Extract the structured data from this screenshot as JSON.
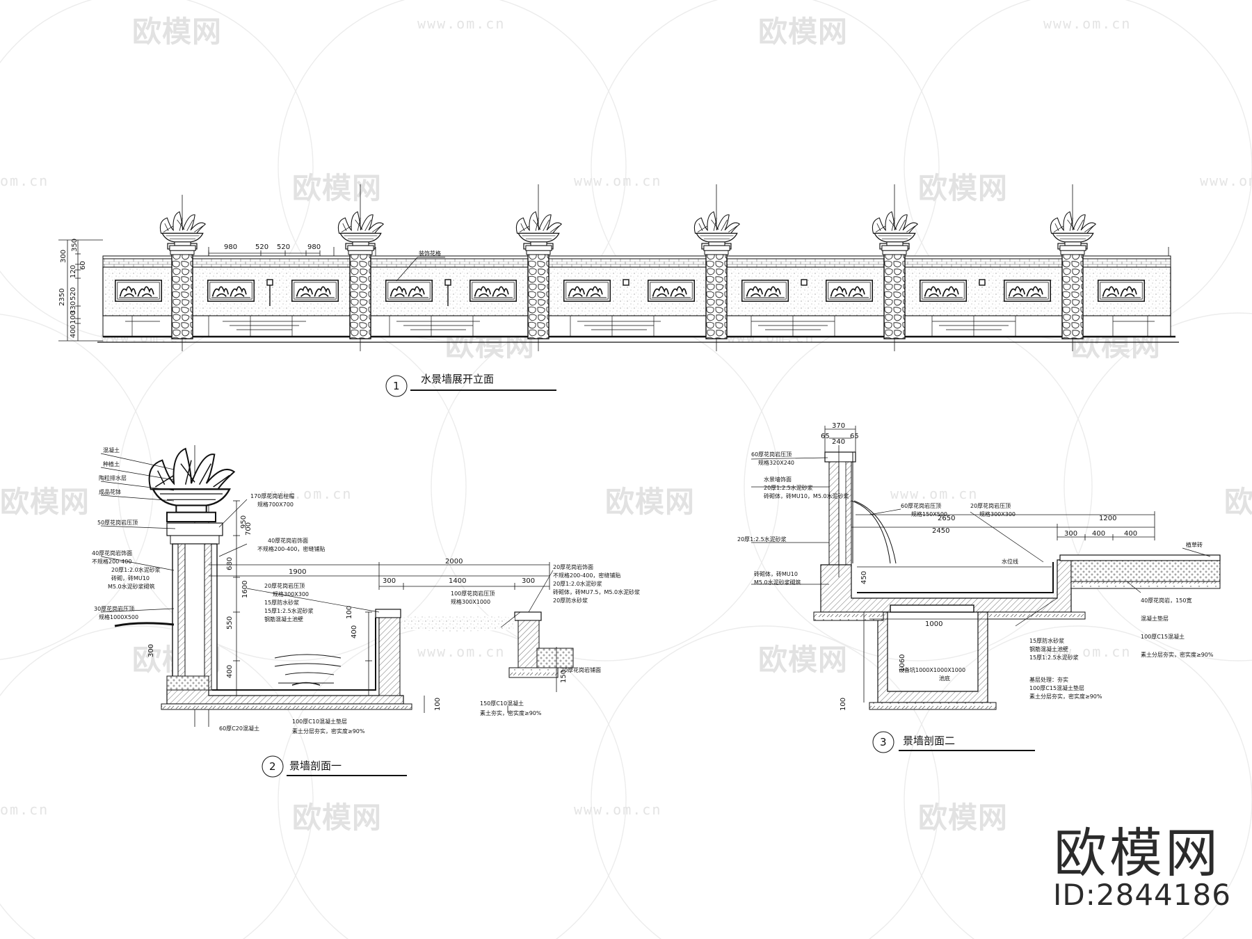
{
  "watermark": {
    "brand": "欧模网",
    "site": "www.om.cn",
    "site_short": "om.cn"
  },
  "brand": {
    "name": "欧模网",
    "id": "ID:2844186"
  },
  "drawing_1": {
    "number": "1",
    "title": "水景墙展开立面",
    "label_pattern": "装饰花格",
    "dims_top": [
      "980",
      "520",
      "520",
      "980"
    ],
    "dims_left": [
      "350",
      "300",
      "60",
      "120",
      "520",
      "330",
      "100",
      "400",
      "2350"
    ]
  },
  "drawing_2": {
    "number": "2",
    "title": "景墙剖面一",
    "dims": {
      "d2000": "2000",
      "d1900": "1900",
      "d1400": "1400",
      "d300a": "300",
      "d300b": "300",
      "d950": "950",
      "d700": "700",
      "d680": "680",
      "d1600": "1600",
      "d550": "550",
      "d400a": "400",
      "d400b": "400",
      "d100a": "100",
      "d100b": "100",
      "d150": "150",
      "d300c": "300"
    },
    "notes_left": [
      "混凝土",
      "种植土",
      "陶粒排水层",
      "成品花钵",
      "50厚花岗岩压顶",
      "40厚花岗岩饰面",
      "不规格200-400",
      "20厚1:2.0水泥砂浆",
      "砖砌，砖MU10",
      "M5.0水泥砂浆砌筑",
      "30厚花岗岩压顶",
      "规格1000X500"
    ],
    "notes_top": [
      "170厚花岗岩柱帽",
      "规格700X700",
      "40厚花岗岩饰面",
      "不规格200-400，密缝铺贴"
    ],
    "notes_inner": [
      "20厚花岗岩压顶",
      "规格300X300",
      "15厚防水砂浆",
      "15厚1:2.5水泥砂浆",
      "钢筋混凝土池壁"
    ],
    "notes_right": [
      "20厚花岗岩饰面",
      "不规格200-400，密缝铺贴",
      "20厚1:2.0水泥砂浆",
      "砖砌体，砖MU7.5，M5.0水泥砂浆",
      "20厚防水砂浆",
      "100厚花岗岩压顶",
      "规格300X1000"
    ],
    "notes_bottom": [
      "60厚C20混凝土",
      "100厚C10混凝土垫层",
      "素土分层夯实，密实度≥90%",
      "150厚C10混凝土",
      "素土夯实，密实度≥90%",
      "20厚花岗岩铺面"
    ]
  },
  "drawing_3": {
    "number": "3",
    "title": "景墙剖面二",
    "dims": {
      "d370": "370",
      "d240": "240",
      "d65a": "65",
      "d65b": "65",
      "d2650": "2650",
      "d2450": "2450",
      "d1200": "1200",
      "d300": "300",
      "d400a": "400",
      "d400b": "400",
      "d1000": "1000",
      "d1060": "1060",
      "d450": "450",
      "d100": "100"
    },
    "notes_left": [
      "60厚花岗岩压顶",
      "规格320X240",
      "水景墙饰面",
      "20厚1:2.5水泥砂浆",
      "砖砌体，砖MU10，M5.0水泥砂浆",
      "20厚1:2.5水泥砂浆",
      "砖砌体，砖MU10",
      "M5.0水泥砂浆砌筑"
    ],
    "notes_top": [
      "60厚花岗岩压顶",
      "规格150X500",
      "20厚花岗岩压顶",
      "规格300X300",
      "植草砖"
    ],
    "notes_inner": [
      "设备坑1000X1000X1000",
      "池底",
      "水位线"
    ],
    "notes_right": [
      "15厚防水砂浆",
      "钢筋混凝土池壁",
      "15厚1:2.5水泥砂浆",
      "基层处理：夯实",
      "100厚C15混凝土垫层",
      "素土分层夯实，密实度≥90%",
      "40厚花岗岩，150宽",
      "混凝土垫层",
      "100厚C15混凝土",
      "素土分层夯实，密实度≥90%"
    ]
  }
}
